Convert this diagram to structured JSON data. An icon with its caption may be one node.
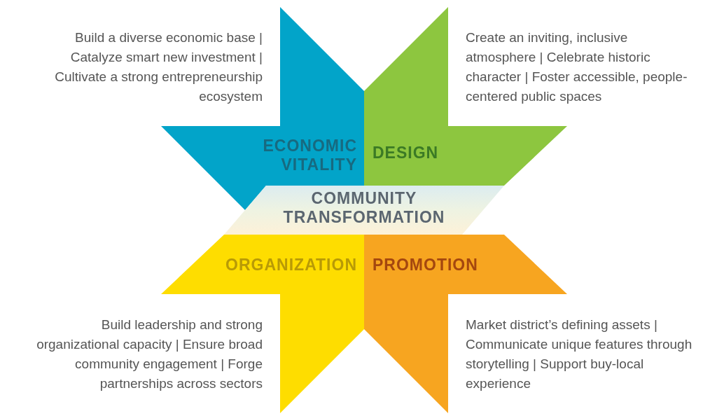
{
  "diagram": {
    "nodes": [
      {
        "text": [
          "ECONOMIC VITALITY"
        ],
        "beside": [
          "Build a diverse economic base | Catalyze smart new investment | Cultivate a strong entrepreneurship ecosystem"
        ]
      },
      {
        "text": [
          "DESIGN"
        ],
        "beside": [
          "Create an inviting, inclusive atmosphere | Celebrate historic character | Foster accessible, people-centered public spaces"
        ]
      },
      {
        "text": [
          "COMMUNITY TRANSFORMATION"
        ]
      },
      {
        "text": [
          "ORGANIZATION"
        ],
        "beside": [
          "Build leadership and strong organizational capacity | Ensure broad community engagement | Forge partnerships across sectors"
        ]
      },
      {
        "text": [
          "PROMOTION"
        ],
        "beside": [
          "Market district’s defining assets | Communicate unique features through storytelling | Support buy-local experience"
        ]
      }
    ]
  }
}
